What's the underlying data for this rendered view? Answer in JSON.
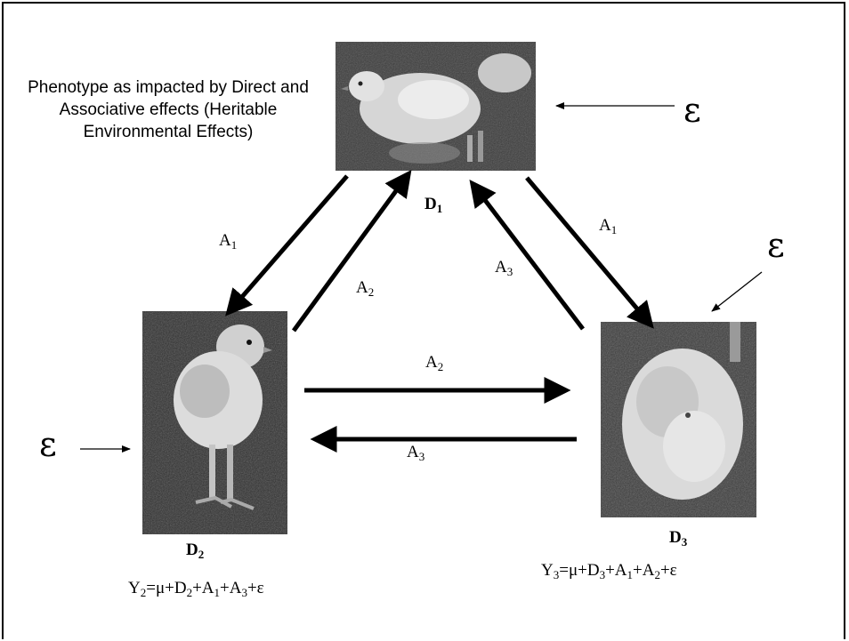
{
  "caption": "Phenotype as impacted by Direct and Associative effects (Heritable Environmental Effects)",
  "epsilon_symbol": "ε",
  "nodes": {
    "d1": {
      "base": "D",
      "sub": "1"
    },
    "d2": {
      "base": "D",
      "sub": "2"
    },
    "d3": {
      "base": "D",
      "sub": "3"
    }
  },
  "arrow_labels": {
    "a1_left": {
      "base": "A",
      "sub": "1"
    },
    "a2_up": {
      "base": "A",
      "sub": "2"
    },
    "a3_up": {
      "base": "A",
      "sub": "3"
    },
    "a1_right": {
      "base": "A",
      "sub": "1"
    },
    "a2_horizontal": {
      "base": "A",
      "sub": "2"
    },
    "a3_horizontal": {
      "base": "A",
      "sub": "3"
    }
  },
  "equations": {
    "y2": {
      "y_base": "Y",
      "y_sub": "2",
      "mid": "=μ+",
      "t1_base": "D",
      "t1_sub": "2",
      "t2_base": "+A",
      "t2_sub": "1",
      "t3_base": "+A",
      "t3_sub": "3",
      "tail": "+ε"
    },
    "y3": {
      "y_base": "Y",
      "y_sub": "3",
      "mid": "=μ+",
      "t1_base": "D",
      "t1_sub": "3",
      "t2_base": "+A",
      "t2_sub": "1",
      "t3_base": "+A",
      "t3_sub": "2",
      "tail": "+ε"
    }
  },
  "images": {
    "d1": "chick-photo-top",
    "d2": "chick-photo-left",
    "d3": "chick-photo-right"
  }
}
